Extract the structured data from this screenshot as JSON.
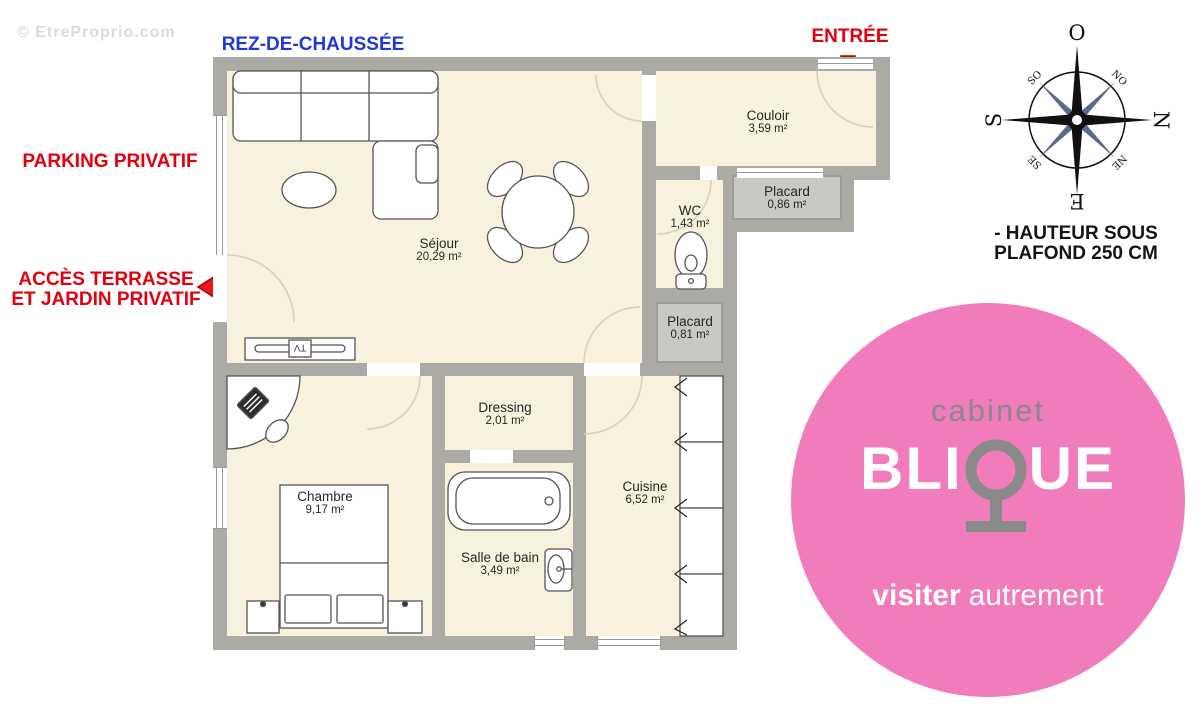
{
  "watermark": "© EtreProprio.com",
  "title": "REZ-DE-CHAUSSÉE",
  "annotations": {
    "entree": "ENTRÉE",
    "parking": "PARKING PRIVATIF",
    "acces_line1": "ACCÈS TERRASSE",
    "acces_line2": "ET JARDIN PRIVATIF",
    "hauteur_line1": "- HAUTEUR SOUS",
    "hauteur_line2": "PLAFOND 250 CM"
  },
  "rooms": {
    "sejour": {
      "name": "Séjour",
      "area": "20,29 m²"
    },
    "couloir": {
      "name": "Couloir",
      "area": "3,59 m²"
    },
    "wc": {
      "name": "WC",
      "area": "1,43 m²"
    },
    "placard_haut": {
      "name": "Placard",
      "area": "0,86 m²"
    },
    "placard_bas": {
      "name": "Placard",
      "area": "0,81 m²"
    },
    "chambre": {
      "name": "Chambre",
      "area": "9,17 m²"
    },
    "dressing": {
      "name": "Dressing",
      "area": "2,01 m²"
    },
    "salle_de_bain": {
      "name": "Salle de bain",
      "area": "3,49 m²"
    },
    "cuisine": {
      "name": "Cuisine",
      "area": "6,52 m²"
    }
  },
  "furniture": {
    "tv_label": "TV"
  },
  "compass": {
    "o": "O",
    "n": "N",
    "s": "S",
    "e": "E",
    "so": "SO",
    "no": "NO",
    "se": "SE",
    "ne": "NE"
  },
  "logo": {
    "top": "cabinet",
    "brand_left": "BLI",
    "brand_right": "UE",
    "tagline_bold": "visiter",
    "tagline_light": "autrement"
  },
  "colors": {
    "annotation_red": "#e3000e",
    "title_blue": "#2038d8",
    "wall_gray": "#abaaa5",
    "room_cream": "#f8f1dd",
    "closet_gray": "#c9c9c4",
    "logo_pink": "#f07cbc",
    "logo_gray": "#8a8a8a"
  }
}
